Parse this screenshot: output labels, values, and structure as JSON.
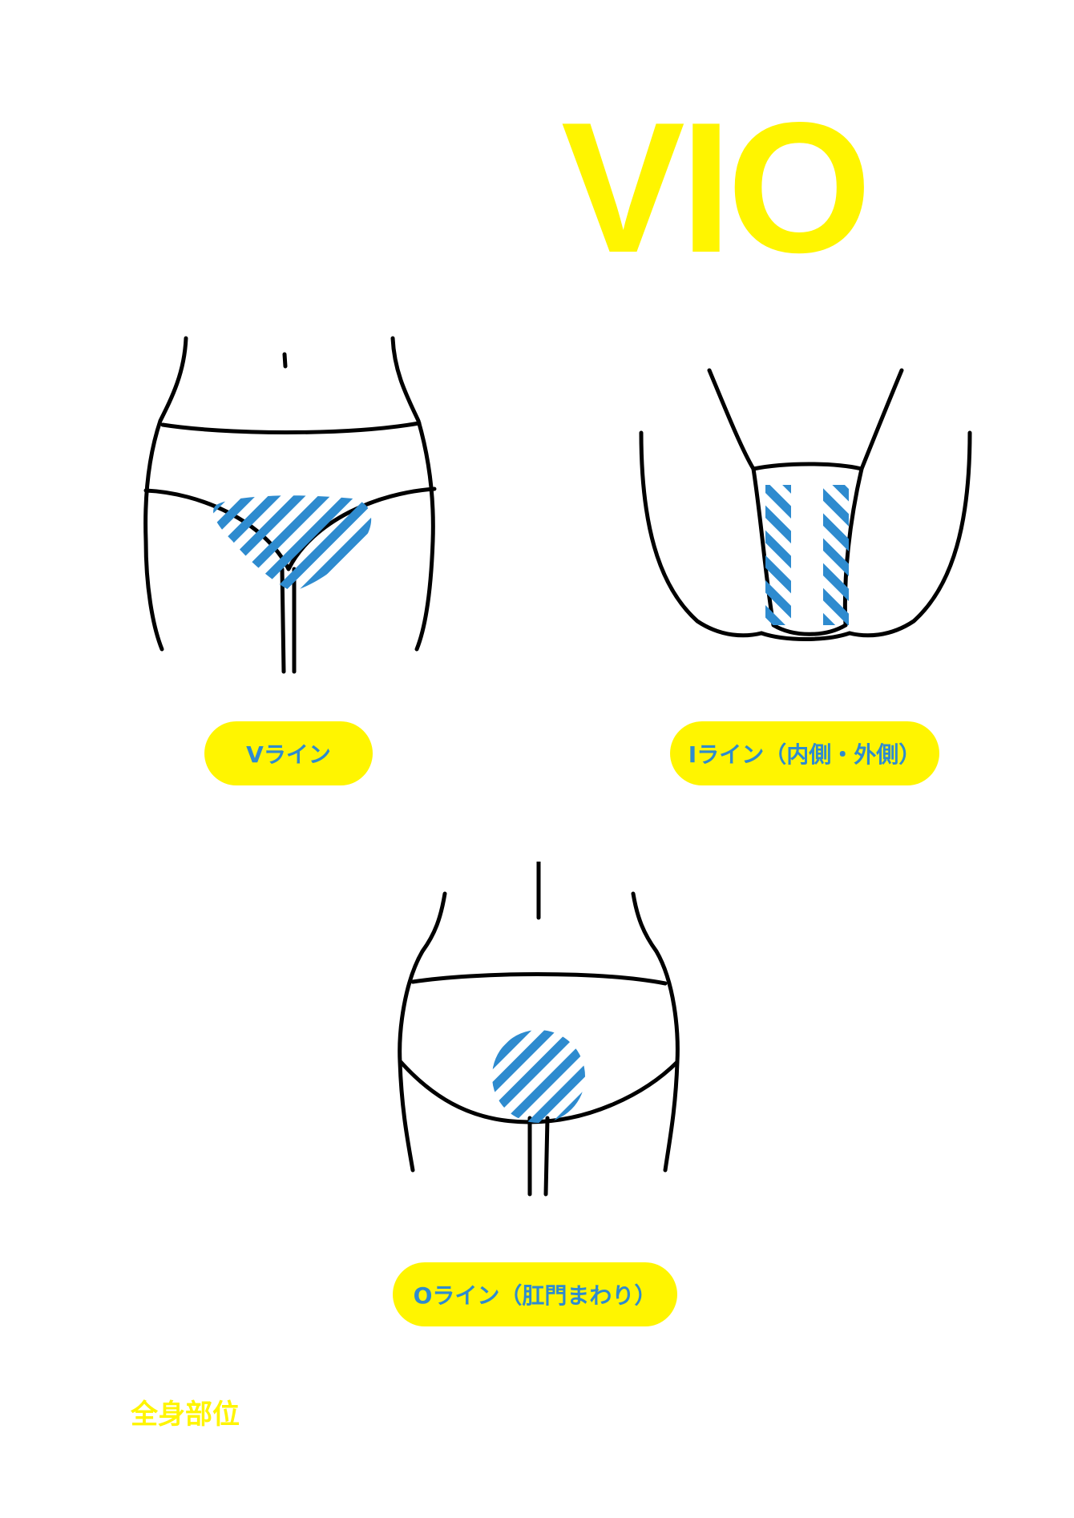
{
  "title": "VIO",
  "labels": {
    "v_line": "Vライン",
    "i_line": "Iライン（内側・外側）",
    "o_line": "Oライン（肛門まわり）"
  },
  "footer": "全身部位",
  "colors": {
    "title": "#FFF500",
    "pill_background": "#FFF500",
    "label_text": "#2E8BCF",
    "hatch": "#2E8BCF",
    "outline": "#000000"
  },
  "icons": [
    "front-body-icon",
    "i-line-body-icon",
    "back-body-icon"
  ]
}
